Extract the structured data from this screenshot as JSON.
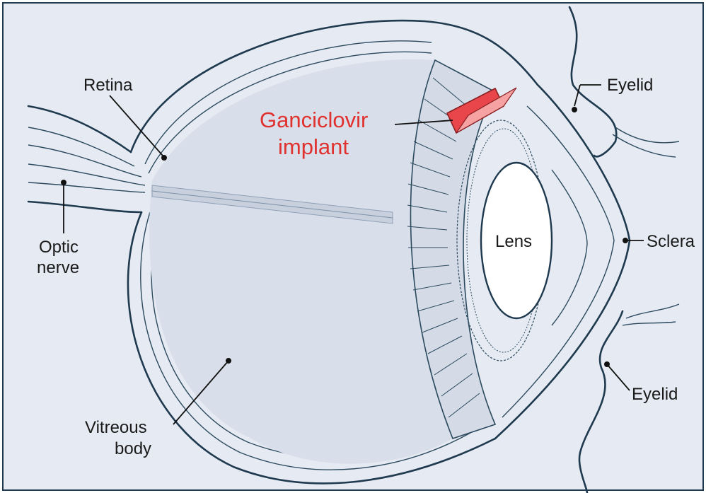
{
  "colors": {
    "background": "#e6eaf2",
    "vitreous": "#d9dfea",
    "border": "#1f3a4f",
    "implant": "#e8464a",
    "implant_label": "#e0312f",
    "lens": "#ffffff"
  },
  "labels": {
    "retina": "Retina",
    "eyelid_top": "Eyelid",
    "implant_line1": "Ganciclovir",
    "implant_line2": "implant",
    "optic_line1": "Optic",
    "optic_line2": "nerve",
    "lens": "Lens",
    "sclera": "Sclera",
    "eyelid_bottom": "Eyelid",
    "vitreous_line1": "Vitreous",
    "vitreous_line2": "body"
  }
}
